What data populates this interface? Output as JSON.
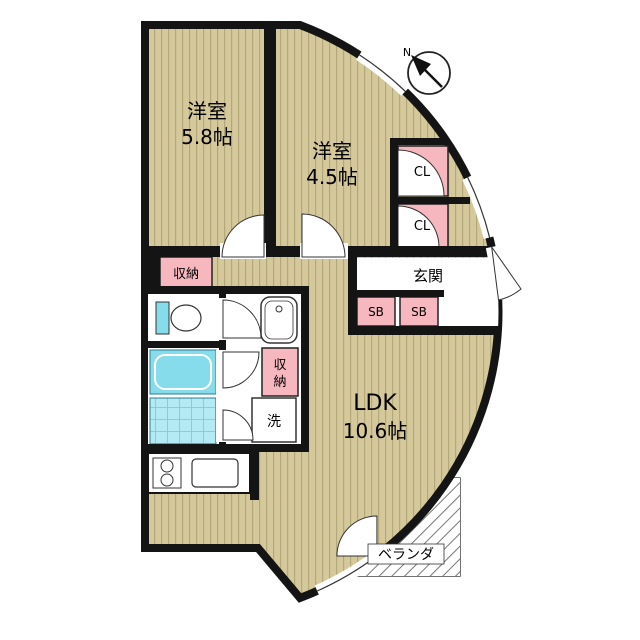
{
  "compass": {
    "label": "N"
  },
  "rooms": {
    "bedroom1": {
      "name": "洋室",
      "size": "5.8帖"
    },
    "bedroom2": {
      "name": "洋室",
      "size": "4.5帖"
    },
    "ldk": {
      "name": "LDK",
      "size": "10.6帖"
    },
    "entrance": {
      "label": "玄関"
    },
    "balcony": {
      "label": "ベランダ"
    }
  },
  "storage": {
    "closet_hall": {
      "label": "収納"
    },
    "closet_wash": {
      "line1": "収",
      "line2": "納"
    },
    "cl_upper": {
      "label": "CL"
    },
    "cl_lower": {
      "label": "CL"
    },
    "sb_left": {
      "label": "SB"
    },
    "sb_right": {
      "label": "SB"
    }
  },
  "fixtures": {
    "laundry": {
      "label": "洗"
    }
  },
  "colors": {
    "wall": "#141414",
    "floor": "#d5c99c",
    "floor_stripe": "#b3a87c",
    "closet_pink": "#f6b7bf",
    "bath_cyan": "#86dcea",
    "tile_cyan": "#b4eaf3"
  }
}
